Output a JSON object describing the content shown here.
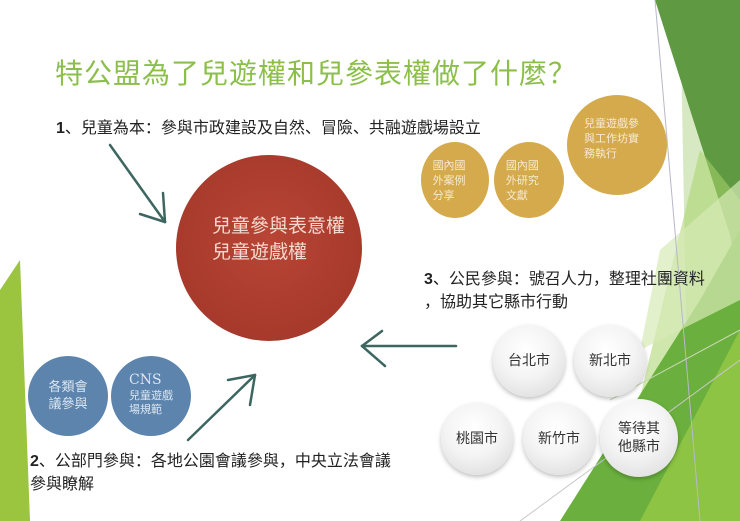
{
  "slide": {
    "title": "特公盟為了兒遊權和兒參表權做了什麼？",
    "colors": {
      "title_green": "#8bbf4a",
      "dark_green": "#5e9a3f",
      "light_green": "#9fcf58",
      "gold": "#d4aa4c",
      "red": "#a73a2c",
      "blue": "#5c84ad",
      "arrow": "#3d6660"
    },
    "points": [
      {
        "num": "1",
        "text": "、兒童為本：參與市政建設及自然、冒險、共融遊戲場設立"
      },
      {
        "num": "2",
        "line1": "、公部門參與：各地公園會議參與，中央立法會議",
        "line2": "參與瞭解"
      },
      {
        "num": "3",
        "line1": "、公民參與：號召人力，整理社團資料",
        "line2": "，協助其它縣市行動"
      }
    ],
    "center_circle": {
      "line1": "兒童參與表意權",
      "line2": "兒童遊戲權"
    },
    "gold_circles": [
      {
        "line1": "國內國",
        "line2": "外案例",
        "line3": "分享"
      },
      {
        "line1": "國內國",
        "line2": "外研究",
        "line3": "文獻"
      },
      {
        "line1": "兒童遊戲參",
        "line2": "與工作坊實",
        "line3": "務執行"
      }
    ],
    "blue_circles": [
      {
        "line1": "各類會",
        "line2": "議參與"
      },
      {
        "line1": "CNS",
        "line2": "兒童遊戲",
        "line3": "場規範"
      }
    ],
    "city_circles": [
      {
        "label": "台北市"
      },
      {
        "label": "新北市"
      },
      {
        "label": "桃園市"
      },
      {
        "label": "新竹市"
      },
      {
        "line1": "等待其",
        "line2": "他縣市"
      }
    ],
    "icons": [
      "arrow-down-right-icon",
      "arrow-up-right-icon",
      "arrow-left-icon"
    ]
  }
}
